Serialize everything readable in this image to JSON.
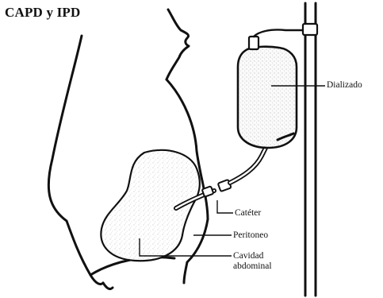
{
  "title": "CAPD y IPD",
  "labels": {
    "dializado": "Dializado",
    "cateter": "Catéter",
    "peritoneo": "Peritoneo",
    "cavidad_line1": "Cavidad",
    "cavidad_line2": "abdominal"
  }
}
